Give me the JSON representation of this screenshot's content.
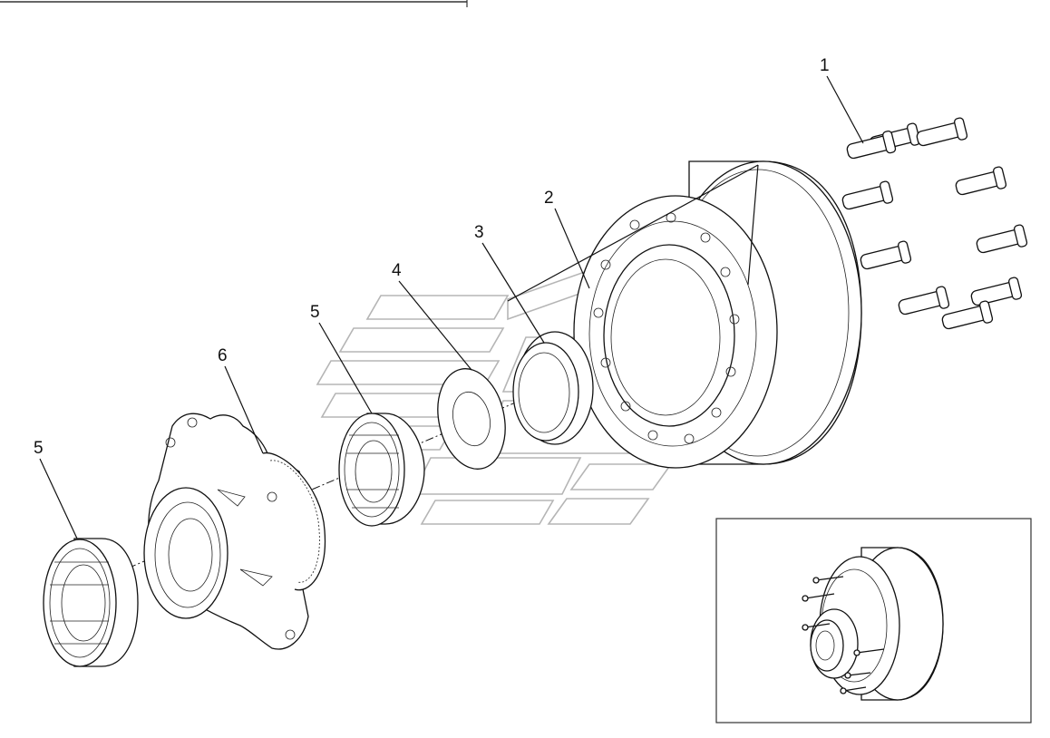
{
  "callouts": [
    {
      "id": "bolt",
      "label": "1"
    },
    {
      "id": "drum",
      "label": "2"
    },
    {
      "id": "seal",
      "label": "3"
    },
    {
      "id": "washer",
      "label": "4"
    },
    {
      "id": "inner-bearing",
      "label": "5"
    },
    {
      "id": "hub",
      "label": "6"
    },
    {
      "id": "outer-bearing",
      "label": "5"
    }
  ]
}
